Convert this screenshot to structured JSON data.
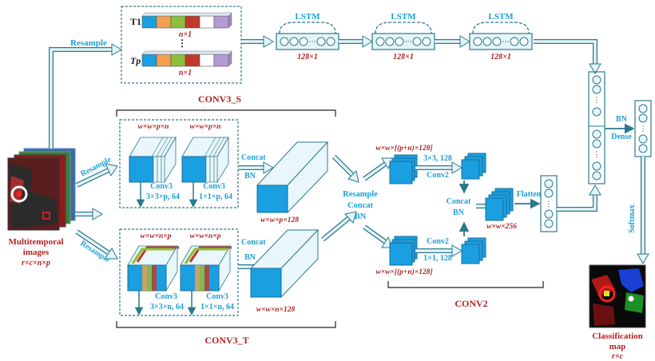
{
  "colors": {
    "accent": "#1d9fd6",
    "dim_text": "#b22222",
    "box_border": "#2a7a8c",
    "arrow_fill": "#e6f4fa",
    "block_blue": "#1a9fe0",
    "block_face": "#e9f6fb"
  },
  "icons": [
    "satellite-image-stack-icon",
    "classification-map-icon"
  ],
  "input": {
    "label_line1": "Multitemporal",
    "label_line2": "images",
    "dims": "r×c×n×p"
  },
  "branches": {
    "resample_top": "Resample",
    "resample_mid": "Resample",
    "resample_bottom": "Resample"
  },
  "lstm_branch": {
    "row_first": "T1",
    "row_last": "Tp",
    "row_dim_first": "n×1",
    "row_dim_last": "n×1",
    "ellipsis": "⋮",
    "cells": [
      {
        "label": "LSTM",
        "dim": "128×1"
      },
      {
        "label": "LSTM",
        "dim": "128×1"
      },
      {
        "label": "LSTM",
        "dim": "128×1"
      }
    ]
  },
  "conv3_s": {
    "title": "CONV3_S",
    "input1_dim": "w×w×p×n",
    "input2_dim": "w×w×p×n",
    "layer1": {
      "name": "Conv3",
      "spec": "3×3×p, 64"
    },
    "layer2": {
      "name": "Conv3",
      "spec": "1×1×p, 64"
    },
    "concat": "Concat",
    "bn": "BN",
    "output_dim": "w×w×p×128"
  },
  "conv3_t": {
    "title": "CONV3_T",
    "input1_dim": "w×w×n×p",
    "input2_dim": "w×w×n×p",
    "layer1": {
      "name": "Conv3",
      "spec": "3×3×n, 64"
    },
    "layer2": {
      "name": "Conv3",
      "spec": "1×1×n, 64"
    },
    "concat": "Concat",
    "bn": "BN",
    "output_dim": "w×w×n×128"
  },
  "merge": {
    "line1": "Resample",
    "line2": "Concat",
    "line3": "BN"
  },
  "conv2": {
    "title": "CONV2",
    "top_dim": "w×w×[(p+n)×128]",
    "bottom_dim": "w×w×[(p+n)×128]",
    "top_layer": {
      "spec": "3×3, 128",
      "name": "Conv2"
    },
    "bottom_layer": {
      "name": "Conv2",
      "spec": "1×1, 128"
    },
    "concat": "Concat",
    "bn": "BN",
    "output_dim": "w×w×256",
    "flatten": "Flatten"
  },
  "head": {
    "bn": "BN",
    "dense": "Dense",
    "softmax": "Softmax"
  },
  "output": {
    "label_line1": "Classification",
    "label_line2": "map",
    "dims": "r×c"
  }
}
